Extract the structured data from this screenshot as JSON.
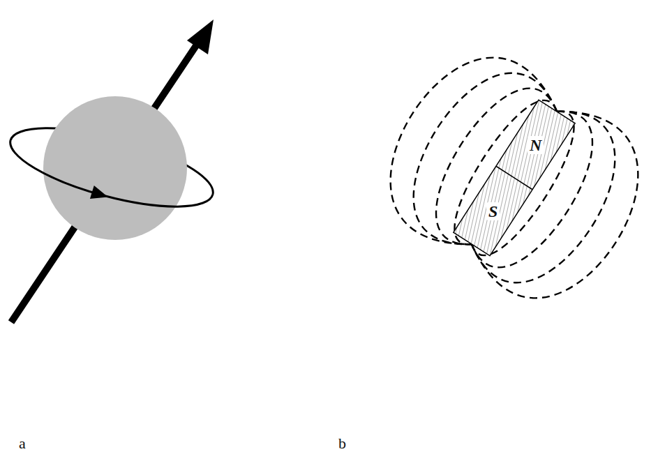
{
  "diagram": {
    "labels": [
      "N",
      "S",
      "a",
      "b"
    ]
  }
}
